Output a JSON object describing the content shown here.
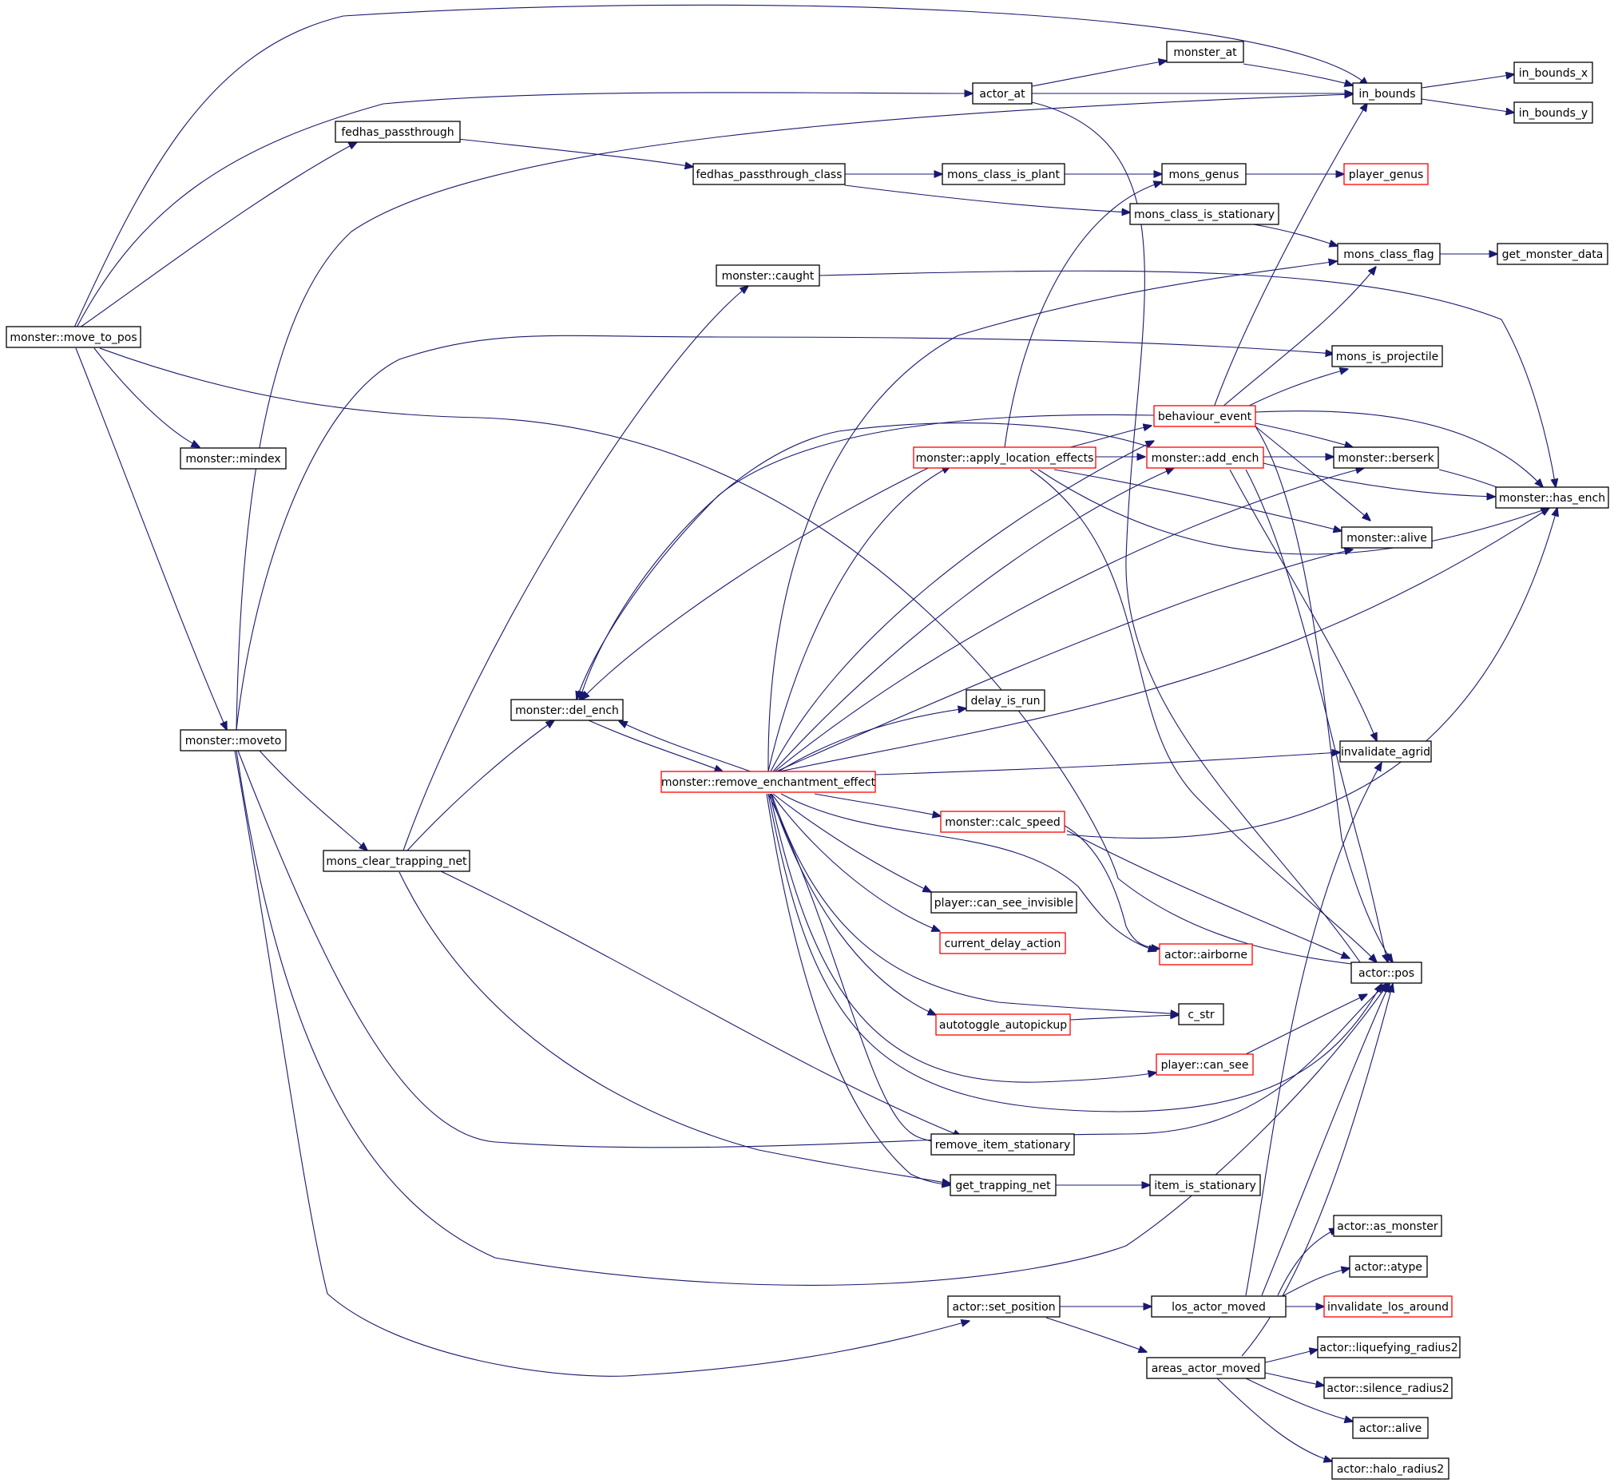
{
  "graph": {
    "colors": {
      "edge": "#191970",
      "root_fill": "#bfbfbf",
      "normal_border": "#000000",
      "truncated_border": "#ff0000"
    },
    "nodes": [
      {
        "id": "move_to_pos",
        "label": "monster::move_to_pos",
        "style": "root"
      },
      {
        "id": "mindex",
        "label": "monster::mindex",
        "style": "normal"
      },
      {
        "id": "moveto",
        "label": "monster::moveto",
        "style": "normal"
      },
      {
        "id": "fedhas_passthrough",
        "label": "fedhas_passthrough",
        "style": "normal"
      },
      {
        "id": "actor_at",
        "label": "actor_at",
        "style": "normal"
      },
      {
        "id": "monster_at",
        "label": "monster_at",
        "style": "normal"
      },
      {
        "id": "in_bounds",
        "label": "in_bounds",
        "style": "normal"
      },
      {
        "id": "in_bounds_x",
        "label": "in_bounds_x",
        "style": "normal"
      },
      {
        "id": "in_bounds_y",
        "label": "in_bounds_y",
        "style": "normal"
      },
      {
        "id": "fedhas_pc",
        "label": "fedhas_passthrough_class",
        "style": "normal"
      },
      {
        "id": "mcip",
        "label": "mons_class_is_plant",
        "style": "normal"
      },
      {
        "id": "mons_genus",
        "label": "mons_genus",
        "style": "normal"
      },
      {
        "id": "player_genus",
        "label": "player_genus",
        "style": "truncated"
      },
      {
        "id": "mcis",
        "label": "mons_class_is_stationary",
        "style": "normal"
      },
      {
        "id": "mcf",
        "label": "mons_class_flag",
        "style": "normal"
      },
      {
        "id": "gmd",
        "label": "get_monster_data",
        "style": "normal"
      },
      {
        "id": "caught",
        "label": "monster::caught",
        "style": "normal"
      },
      {
        "id": "mip",
        "label": "mons_is_projectile",
        "style": "normal"
      },
      {
        "id": "beh",
        "label": "behaviour_event",
        "style": "truncated"
      },
      {
        "id": "ale",
        "label": "monster::apply_location_effects",
        "style": "truncated"
      },
      {
        "id": "add_ench",
        "label": "monster::add_ench",
        "style": "truncated"
      },
      {
        "id": "berserk",
        "label": "monster::berserk",
        "style": "normal"
      },
      {
        "id": "has_ench",
        "label": "monster::has_ench",
        "style": "normal"
      },
      {
        "id": "alive_m",
        "label": "monster::alive",
        "style": "normal"
      },
      {
        "id": "del_ench",
        "label": "monster::del_ench",
        "style": "normal"
      },
      {
        "id": "ree",
        "label": "monster::remove_enchantment_effect",
        "style": "truncated"
      },
      {
        "id": "delay_run",
        "label": "delay_is_run",
        "style": "normal"
      },
      {
        "id": "inv_agrid",
        "label": "invalidate_agrid",
        "style": "normal"
      },
      {
        "id": "calc_speed",
        "label": "monster::calc_speed",
        "style": "truncated"
      },
      {
        "id": "mctn",
        "label": "mons_clear_trapping_net",
        "style": "normal"
      },
      {
        "id": "pcsi",
        "label": "player::can_see_invisible",
        "style": "normal"
      },
      {
        "id": "cda",
        "label": "current_delay_action",
        "style": "truncated"
      },
      {
        "id": "airborne",
        "label": "actor::airborne",
        "style": "truncated"
      },
      {
        "id": "pos",
        "label": "actor::pos",
        "style": "normal"
      },
      {
        "id": "aap",
        "label": "autotoggle_autopickup",
        "style": "truncated"
      },
      {
        "id": "c_str",
        "label": "c_str",
        "style": "normal"
      },
      {
        "id": "pcs",
        "label": "player::can_see",
        "style": "truncated"
      },
      {
        "id": "ris",
        "label": "remove_item_stationary",
        "style": "normal"
      },
      {
        "id": "gtn",
        "label": "get_trapping_net",
        "style": "normal"
      },
      {
        "id": "iis",
        "label": "item_is_stationary",
        "style": "normal"
      },
      {
        "id": "as_monster",
        "label": "actor::as_monster",
        "style": "normal"
      },
      {
        "id": "atype",
        "label": "actor::atype",
        "style": "normal"
      },
      {
        "id": "set_pos",
        "label": "actor::set_position",
        "style": "normal"
      },
      {
        "id": "lam",
        "label": "los_actor_moved",
        "style": "normal"
      },
      {
        "id": "ila",
        "label": "invalidate_los_around",
        "style": "truncated"
      },
      {
        "id": "aam",
        "label": "areas_actor_moved",
        "style": "normal"
      },
      {
        "id": "liq",
        "label": "actor::liquefying_radius2",
        "style": "normal"
      },
      {
        "id": "sil",
        "label": "actor::silence_radius2",
        "style": "normal"
      },
      {
        "id": "alive_a",
        "label": "actor::alive",
        "style": "normal"
      },
      {
        "id": "halo",
        "label": "actor::halo_radius2",
        "style": "normal"
      }
    ]
  }
}
